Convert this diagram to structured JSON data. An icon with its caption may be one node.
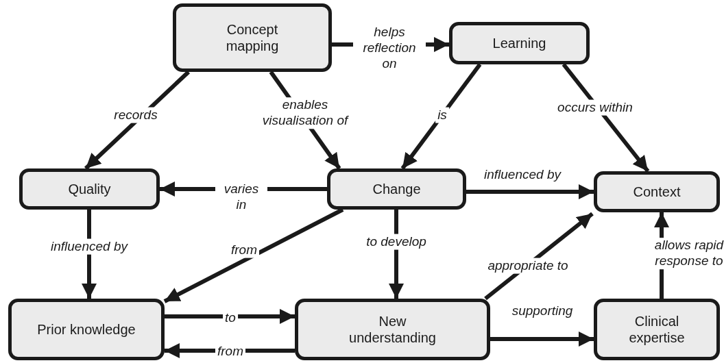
{
  "diagram": {
    "nodes": [
      {
        "text": [
          "Concept mapping"
        ]
      },
      {
        "text": [
          "Learning"
        ]
      },
      {
        "text": [
          "Quality"
        ]
      },
      {
        "text": [
          "Change"
        ]
      },
      {
        "text": [
          "Context"
        ]
      },
      {
        "text": [
          "Prior knowledge"
        ]
      },
      {
        "text": [
          "New understanding"
        ]
      },
      {
        "text": [
          "Clinical expertise"
        ]
      }
    ],
    "edges": [
      {
        "from": 0,
        "to": 1,
        "arrow": "to",
        "label": "helps reflection on"
      },
      {
        "from": 0,
        "to": 2,
        "arrow": "to",
        "label": "records"
      },
      {
        "from": 0,
        "to": 3,
        "arrow": "to",
        "label": "enables visualisation of"
      },
      {
        "from": 1,
        "to": 3,
        "arrow": "to",
        "label": "is"
      },
      {
        "from": 1,
        "to": 4,
        "arrow": "to",
        "label": "occurs within"
      },
      {
        "from": 3,
        "to": 2,
        "arrow": "to",
        "label": "varies in"
      },
      {
        "from": 3,
        "to": 4,
        "arrow": "to",
        "label": "influenced by"
      },
      {
        "from": 2,
        "to": 5,
        "arrow": "to",
        "label": "influenced by"
      },
      {
        "from": 3,
        "to": 5,
        "arrow": "to",
        "label": "from"
      },
      {
        "from": 3,
        "to": 6,
        "arrow": "to",
        "label": "to develop"
      },
      {
        "from": 5,
        "to": 6,
        "arrow": "to",
        "label": "to"
      },
      {
        "from": 6,
        "to": 5,
        "arrow": "to",
        "label": "from"
      },
      {
        "from": 6,
        "to": 4,
        "arrow": "to",
        "label": "appropriate to"
      },
      {
        "from": 6,
        "to": 7,
        "arrow": "to",
        "label": "supporting"
      },
      {
        "from": 7,
        "to": 4,
        "arrow": "to",
        "label": "allows rapid response to"
      }
    ]
  }
}
